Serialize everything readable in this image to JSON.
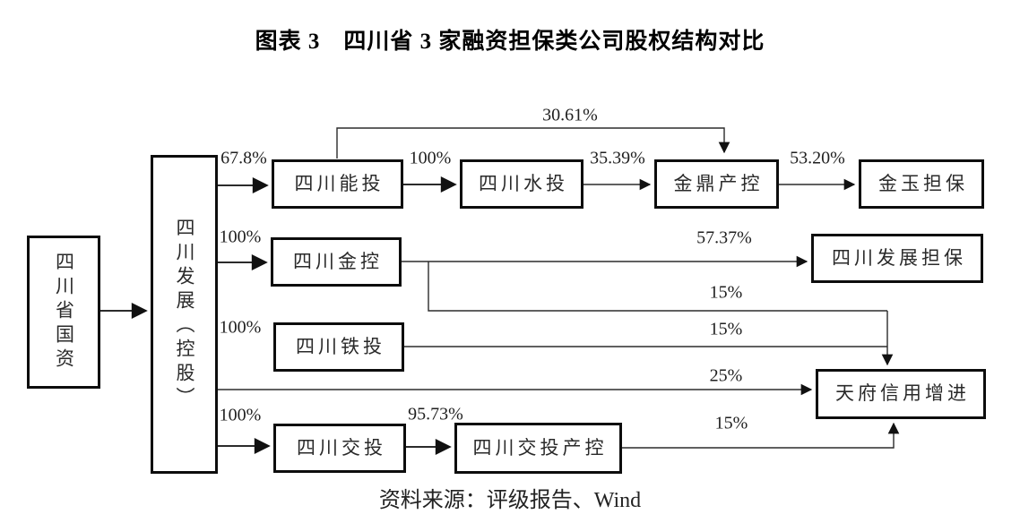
{
  "title": "图表 3　四川省 3 家融资担保类公司股权结构对比",
  "source": "资料来源：评级报告、Wind",
  "colors": {
    "background": "#ffffff",
    "box_border": "#0d0d0d",
    "line": "#2b2b2b",
    "text": "#1a1a1a"
  },
  "nodes": [
    {
      "id": "sichuan-guozi",
      "label": "四川省国资",
      "orientation": "vertical"
    },
    {
      "id": "sichuan-fazhan",
      "label": "四川发展（控股）",
      "orientation": "vertical"
    },
    {
      "id": "sichuan-nengtou",
      "label": "四川能投",
      "orientation": "horizontal"
    },
    {
      "id": "sichuan-shuitou",
      "label": "四川水投",
      "orientation": "horizontal"
    },
    {
      "id": "jinding-chankong",
      "label": "金鼎产控",
      "orientation": "horizontal"
    },
    {
      "id": "jinyu-danbao",
      "label": "金玉担保",
      "orientation": "horizontal"
    },
    {
      "id": "sichuan-jinkong",
      "label": "四川金控",
      "orientation": "horizontal"
    },
    {
      "id": "sichuan-fazhan-danbao",
      "label": "四川发展担保",
      "orientation": "horizontal"
    },
    {
      "id": "sichuan-tietou",
      "label": "四川铁投",
      "orientation": "horizontal"
    },
    {
      "id": "tianfu-xinyong-zengjin",
      "label": "天府信用增进",
      "orientation": "horizontal"
    },
    {
      "id": "sichuan-jiaotou",
      "label": "四川交投",
      "orientation": "horizontal"
    },
    {
      "id": "sichuan-jiaotou-chankong",
      "label": "四川交投产控",
      "orientation": "horizontal"
    }
  ],
  "edges": [
    {
      "from": "sichuan-fazhan",
      "to": "sichuan-nengtou",
      "label": "67.8%"
    },
    {
      "from": "sichuan-nengtou",
      "to": "sichuan-shuitou",
      "label": "100%"
    },
    {
      "from": "sichuan-shuitou",
      "to": "jinding-chankong",
      "label": "35.39%"
    },
    {
      "from": "jinding-chankong",
      "to": "jinyu-danbao",
      "label": "53.20%"
    },
    {
      "from": "sichuan-nengtou",
      "to": "jinding-chankong",
      "label": "30.61%"
    },
    {
      "from": "sichuan-fazhan",
      "to": "sichuan-jinkong",
      "label": "100%"
    },
    {
      "from": "sichuan-jinkong",
      "to": "sichuan-fazhan-danbao",
      "label": "57.37%"
    },
    {
      "from": "sichuan-jinkong",
      "to": "tianfu-xinyong-zengjin",
      "label": "15%"
    },
    {
      "from": "sichuan-fazhan",
      "to": "sichuan-tietou",
      "label": "100%"
    },
    {
      "from": "sichuan-tietou",
      "to": "tianfu-xinyong-zengjin",
      "label": "15%"
    },
    {
      "from": "sichuan-fazhan",
      "to": "tianfu-xinyong-zengjin",
      "label": "25%"
    },
    {
      "from": "sichuan-fazhan",
      "to": "sichuan-jiaotou",
      "label": "100%"
    },
    {
      "from": "sichuan-jiaotou",
      "to": "sichuan-jiaotou-chankong",
      "label": "95.73%"
    },
    {
      "from": "sichuan-jiaotou-chankong",
      "to": "tianfu-xinyong-zengjin",
      "label": "15%"
    },
    {
      "from": "sichuan-guozi",
      "to": "sichuan-fazhan",
      "label": ""
    }
  ]
}
